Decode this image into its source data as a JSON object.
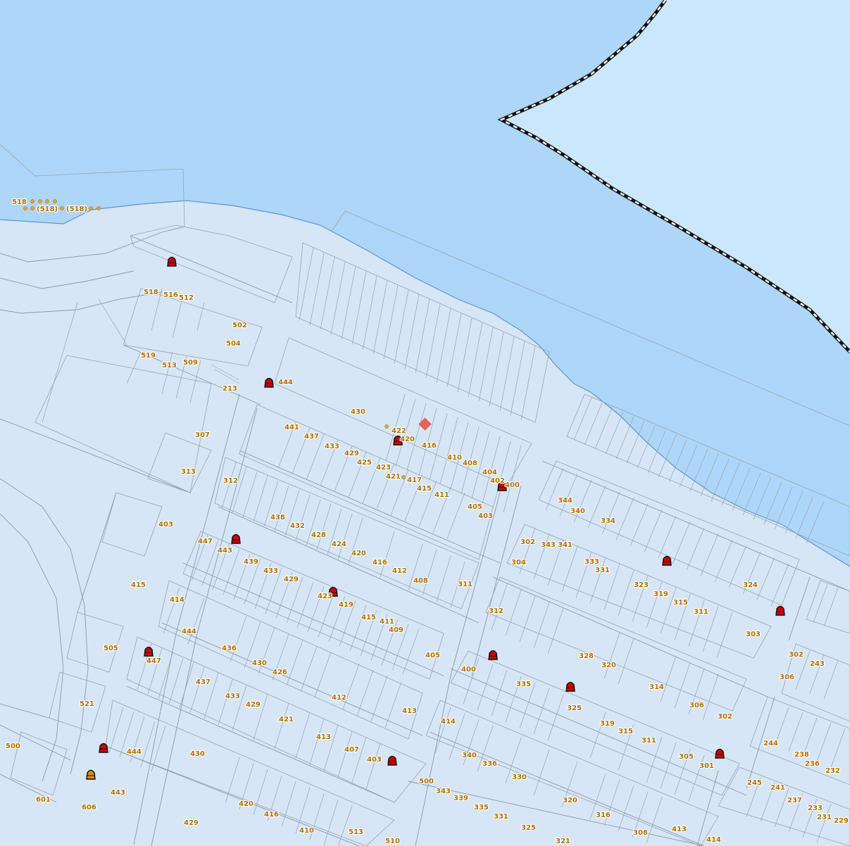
{
  "colors": {
    "water_deep": "#aed6f8",
    "water_light": "#cbe7fd",
    "land": "#d6e6f7",
    "parcel_line": "#9aa3ad",
    "shore_line": "#5d95d3",
    "label": "#b26f00",
    "hydrant": "#d00000",
    "hydrant_alt": "#d98a1a",
    "marker": "#e5625e"
  },
  "labels": [
    {
      "id": "l1",
      "text": "518"
    },
    {
      "id": "l2",
      "text": "(518)"
    },
    {
      "id": "l3",
      "text": "(518)"
    },
    {
      "id": "l4",
      "text": "518"
    },
    {
      "id": "l5",
      "text": "516"
    },
    {
      "id": "l6",
      "text": "512"
    },
    {
      "id": "l7",
      "text": "502"
    },
    {
      "id": "l8",
      "text": "504"
    },
    {
      "id": "l9",
      "text": "519"
    },
    {
      "id": "l10",
      "text": "513"
    },
    {
      "id": "l11",
      "text": "509"
    },
    {
      "id": "l12",
      "text": "213"
    },
    {
      "id": "l13",
      "text": "444"
    },
    {
      "id": "l14",
      "text": "430"
    },
    {
      "id": "l15",
      "text": "307"
    },
    {
      "id": "l16",
      "text": "313"
    },
    {
      "id": "l17",
      "text": "441"
    },
    {
      "id": "l18",
      "text": "437"
    },
    {
      "id": "l19",
      "text": "433"
    },
    {
      "id": "l20",
      "text": "429"
    },
    {
      "id": "l21",
      "text": "425"
    },
    {
      "id": "l22",
      "text": "422"
    },
    {
      "id": "l23",
      "text": "420"
    },
    {
      "id": "l24",
      "text": "416"
    },
    {
      "id": "l25",
      "text": "410"
    },
    {
      "id": "l26",
      "text": "408"
    },
    {
      "id": "l27",
      "text": "404"
    },
    {
      "id": "l28",
      "text": "402"
    },
    {
      "id": "l29",
      "text": "400"
    },
    {
      "id": "l30",
      "text": "423"
    },
    {
      "id": "l31",
      "text": "421"
    },
    {
      "id": "l32",
      "text": "417"
    },
    {
      "id": "l33",
      "text": "415"
    },
    {
      "id": "l34",
      "text": "411"
    },
    {
      "id": "l35",
      "text": "312"
    },
    {
      "id": "l36",
      "text": "405"
    },
    {
      "id": "l37",
      "text": "403"
    },
    {
      "id": "l38",
      "text": "344"
    },
    {
      "id": "l39",
      "text": "340"
    },
    {
      "id": "l40",
      "text": "334"
    },
    {
      "id": "l41",
      "text": "403"
    },
    {
      "id": "l42",
      "text": "438"
    },
    {
      "id": "l43",
      "text": "432"
    },
    {
      "id": "l44",
      "text": "428"
    },
    {
      "id": "l45",
      "text": "424"
    },
    {
      "id": "l46",
      "text": "420"
    },
    {
      "id": "l47",
      "text": "416"
    },
    {
      "id": "l48",
      "text": "412"
    },
    {
      "id": "l49",
      "text": "408"
    },
    {
      "id": "l50",
      "text": "447"
    },
    {
      "id": "l51",
      "text": "443"
    },
    {
      "id": "l52",
      "text": "439"
    },
    {
      "id": "l53",
      "text": "433"
    },
    {
      "id": "l54",
      "text": "429"
    },
    {
      "id": "l55",
      "text": "302"
    },
    {
      "id": "l56",
      "text": "343"
    },
    {
      "id": "l57",
      "text": "341"
    },
    {
      "id": "l58",
      "text": "304"
    },
    {
      "id": "l59",
      "text": "333"
    },
    {
      "id": "l60",
      "text": "331"
    },
    {
      "id": "l61",
      "text": "323"
    },
    {
      "id": "l62",
      "text": "319"
    },
    {
      "id": "l63",
      "text": "315"
    },
    {
      "id": "l64",
      "text": "311"
    },
    {
      "id": "l65",
      "text": "324"
    },
    {
      "id": "l66",
      "text": "311"
    },
    {
      "id": "l67",
      "text": "415"
    },
    {
      "id": "l68",
      "text": "414"
    },
    {
      "id": "l69",
      "text": "423"
    },
    {
      "id": "l70",
      "text": "419"
    },
    {
      "id": "l71",
      "text": "415"
    },
    {
      "id": "l72",
      "text": "411"
    },
    {
      "id": "l73",
      "text": "409"
    },
    {
      "id": "l74",
      "text": "312"
    },
    {
      "id": "l75",
      "text": "303"
    },
    {
      "id": "l76",
      "text": "444"
    },
    {
      "id": "l77",
      "text": "436"
    },
    {
      "id": "l78",
      "text": "505"
    },
    {
      "id": "l79",
      "text": "447"
    },
    {
      "id": "l80",
      "text": "430"
    },
    {
      "id": "l81",
      "text": "426"
    },
    {
      "id": "l82",
      "text": "405"
    },
    {
      "id": "l83",
      "text": "400"
    },
    {
      "id": "l84",
      "text": "328"
    },
    {
      "id": "l85",
      "text": "320"
    },
    {
      "id": "l86",
      "text": "302"
    },
    {
      "id": "l87",
      "text": "243"
    },
    {
      "id": "l88",
      "text": "306"
    },
    {
      "id": "l89",
      "text": "335"
    },
    {
      "id": "l90",
      "text": "314"
    },
    {
      "id": "l91",
      "text": "437"
    },
    {
      "id": "l92",
      "text": "433"
    },
    {
      "id": "l93",
      "text": "429"
    },
    {
      "id": "l94",
      "text": "412"
    },
    {
      "id": "l95",
      "text": "521"
    },
    {
      "id": "l96",
      "text": "413"
    },
    {
      "id": "l97",
      "text": "325"
    },
    {
      "id": "l98",
      "text": "306"
    },
    {
      "id": "l99",
      "text": "302"
    },
    {
      "id": "l100",
      "text": "421"
    },
    {
      "id": "l101",
      "text": "414"
    },
    {
      "id": "l102",
      "text": "319"
    },
    {
      "id": "l103",
      "text": "315"
    },
    {
      "id": "l104",
      "text": "311"
    },
    {
      "id": "l105",
      "text": "413"
    },
    {
      "id": "l106",
      "text": "244"
    },
    {
      "id": "l107",
      "text": "500"
    },
    {
      "id": "l108",
      "text": "444"
    },
    {
      "id": "l109",
      "text": "430"
    },
    {
      "id": "l110",
      "text": "407"
    },
    {
      "id": "l111",
      "text": "403"
    },
    {
      "id": "l112",
      "text": "340"
    },
    {
      "id": "l113",
      "text": "336"
    },
    {
      "id": "l114",
      "text": "305"
    },
    {
      "id": "l115",
      "text": "301"
    },
    {
      "id": "l116",
      "text": "238"
    },
    {
      "id": "l117",
      "text": "236"
    },
    {
      "id": "l118",
      "text": "232"
    },
    {
      "id": "l119",
      "text": "330"
    },
    {
      "id": "l120",
      "text": "601"
    },
    {
      "id": "l121",
      "text": "443"
    },
    {
      "id": "l122",
      "text": "606"
    },
    {
      "id": "l123",
      "text": "500"
    },
    {
      "id": "l124",
      "text": "343"
    },
    {
      "id": "l125",
      "text": "339"
    },
    {
      "id": "l126",
      "text": "245"
    },
    {
      "id": "l127",
      "text": "241"
    },
    {
      "id": "l128",
      "text": "237"
    },
    {
      "id": "l129",
      "text": "420"
    },
    {
      "id": "l130",
      "text": "416"
    },
    {
      "id": "l131",
      "text": "335"
    },
    {
      "id": "l132",
      "text": "331"
    },
    {
      "id": "l133",
      "text": "320"
    },
    {
      "id": "l134",
      "text": "316"
    },
    {
      "id": "l135",
      "text": "233"
    },
    {
      "id": "l136",
      "text": "231"
    },
    {
      "id": "l137",
      "text": "229"
    },
    {
      "id": "l138",
      "text": "429"
    },
    {
      "id": "l139",
      "text": "410"
    },
    {
      "id": "l140",
      "text": "513"
    },
    {
      "id": "l141",
      "text": "325"
    },
    {
      "id": "l142",
      "text": "308"
    },
    {
      "id": "l143",
      "text": "413"
    },
    {
      "id": "l144",
      "text": "510"
    },
    {
      "id": "l145",
      "text": "321"
    },
    {
      "id": "l146",
      "text": "414"
    }
  ]
}
